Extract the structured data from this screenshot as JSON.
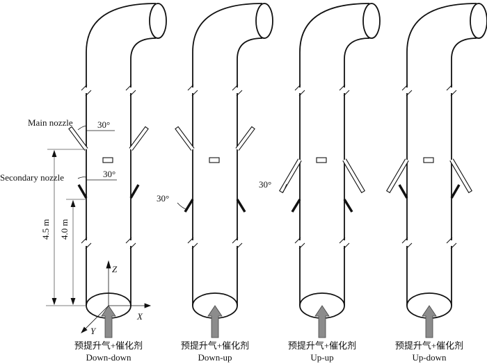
{
  "annotations": {
    "main_nozzle": "Main nozzle",
    "secondary_nozzle": "Secondary nozzle",
    "angle": "30°",
    "height_main": "4.5 m",
    "height_secondary": "4.0 m",
    "axis_x": "X",
    "axis_y": "Y",
    "axis_z": "Z"
  },
  "risers": [
    {
      "feed": "预提升气+催化剂",
      "name": "Down-down",
      "main": "down",
      "secondary": "down"
    },
    {
      "feed": "预提升气+催化剂",
      "name": "Down-up",
      "main": "down",
      "secondary": "up"
    },
    {
      "feed": "预提升气+催化剂",
      "name": "Up-up",
      "main": "up",
      "secondary": "up"
    },
    {
      "feed": "预提升气+催化剂",
      "name": "Up-down",
      "main": "up",
      "secondary": "down"
    }
  ],
  "colors": {
    "line": "#111111",
    "arrow": "#8c8c8c",
    "dim": "#555555"
  }
}
